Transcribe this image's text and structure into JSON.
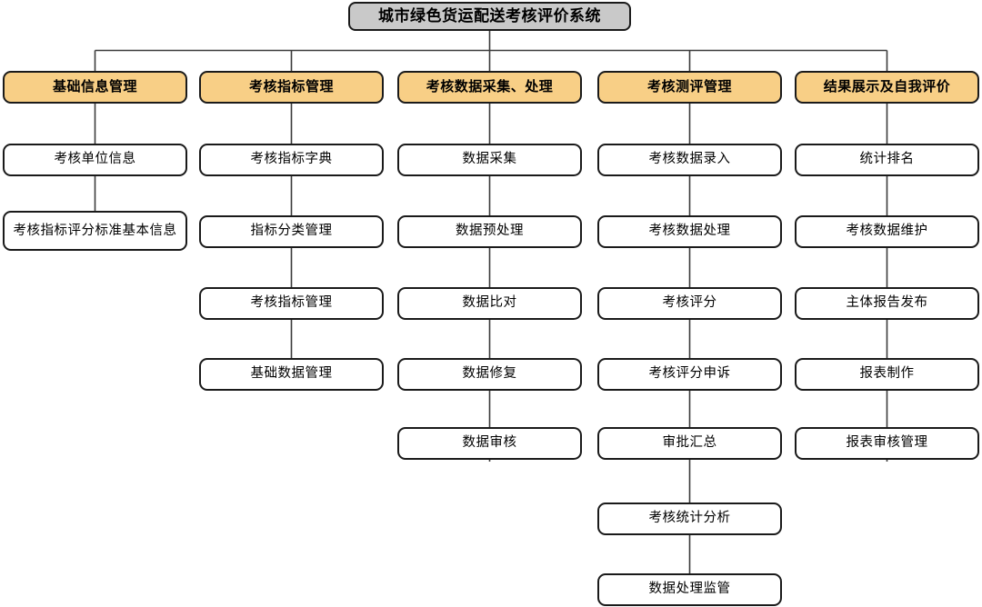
{
  "diagram": {
    "type": "org-chart",
    "title": "城市绿色货运配送考核评价系统",
    "colors": {
      "title_fill": "#c9c9c9",
      "header_fill": "#f8cf86",
      "leaf_fill": "#ffffff",
      "border": "#1a1a1a",
      "connector": "#3c3c3c"
    },
    "columns": [
      {
        "header": "基础信息管理",
        "items": [
          "考核单位信息",
          "考核指标评分标准基本信息"
        ]
      },
      {
        "header": "考核指标管理",
        "items": [
          "考核指标字典",
          "指标分类管理",
          "考核指标管理",
          "基础数据管理"
        ]
      },
      {
        "header": "考核数据采集、处理",
        "items": [
          "数据采集",
          "数据预处理",
          "数据比对",
          "数据修复",
          "数据审核"
        ]
      },
      {
        "header": "考核测评管理",
        "items": [
          "考核数据录入",
          "考核数据处理",
          "考核评分",
          "考核评分申诉",
          "审批汇总",
          "考核统计分析",
          "数据处理监管"
        ]
      },
      {
        "header": "结果展示及自我评价",
        "items": [
          "统计排名",
          "考核数据维护",
          "主体报告发布",
          "报表制作",
          "报表审核管理"
        ]
      }
    ]
  }
}
